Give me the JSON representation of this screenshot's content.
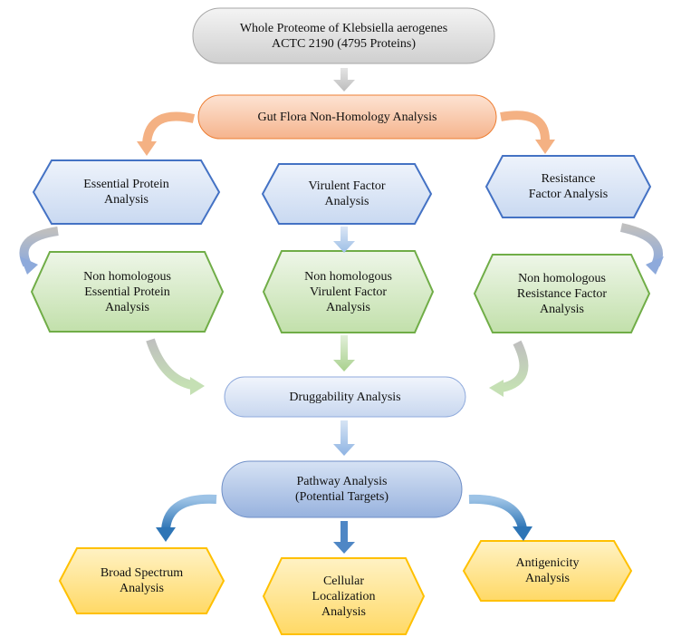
{
  "diagram": {
    "nodes": {
      "whole_proteome": "Whole Proteome of Klebsiella aerogenes\nACTC 2190 (4795 Proteins)",
      "gut_flora": "Gut Flora Non-Homology Analysis",
      "essential_protein": "Essential Protein\nAnalysis",
      "virulent_factor": "Virulent Factor\nAnalysis",
      "resistance_factor": "Resistance\nFactor Analysis",
      "nh_essential": "Non homologous\nEssential Protein\nAnalysis",
      "nh_virulent": "Non homologous\nVirulent Factor\nAnalysis",
      "nh_resistance": "Non homologous\nResistance Factor\nAnalysis",
      "druggability": "Druggability Analysis",
      "pathway": "Pathway Analysis\n(Potential Targets)",
      "broad_spectrum": "Broad Spectrum\nAnalysis",
      "cellular_localization": "Cellular\nLocalization\nAnalysis",
      "antigenicity": "Antigenicity\nAnalysis"
    },
    "colors": {
      "gray_fill": "#dedede",
      "orange_fill": "#f8c6a6",
      "blue_fill": "#dbe7f8",
      "blue_stroke": "#4472c4",
      "green_fill": "#d7ebc9",
      "green_stroke": "#70ad47",
      "pale_blue_fill": "#dde8f8",
      "pathway_fill": "#b4c7e7",
      "yellow_fill": "#ffe699",
      "yellow_stroke": "#ffc000",
      "arrow_gray": "#c3c3c3",
      "arrow_orange": "#f4b183",
      "arrow_blue": "#9dc3e6",
      "arrow_green": "#c5e0b4",
      "arrow_dark_blue": "#5b9bd5"
    }
  }
}
